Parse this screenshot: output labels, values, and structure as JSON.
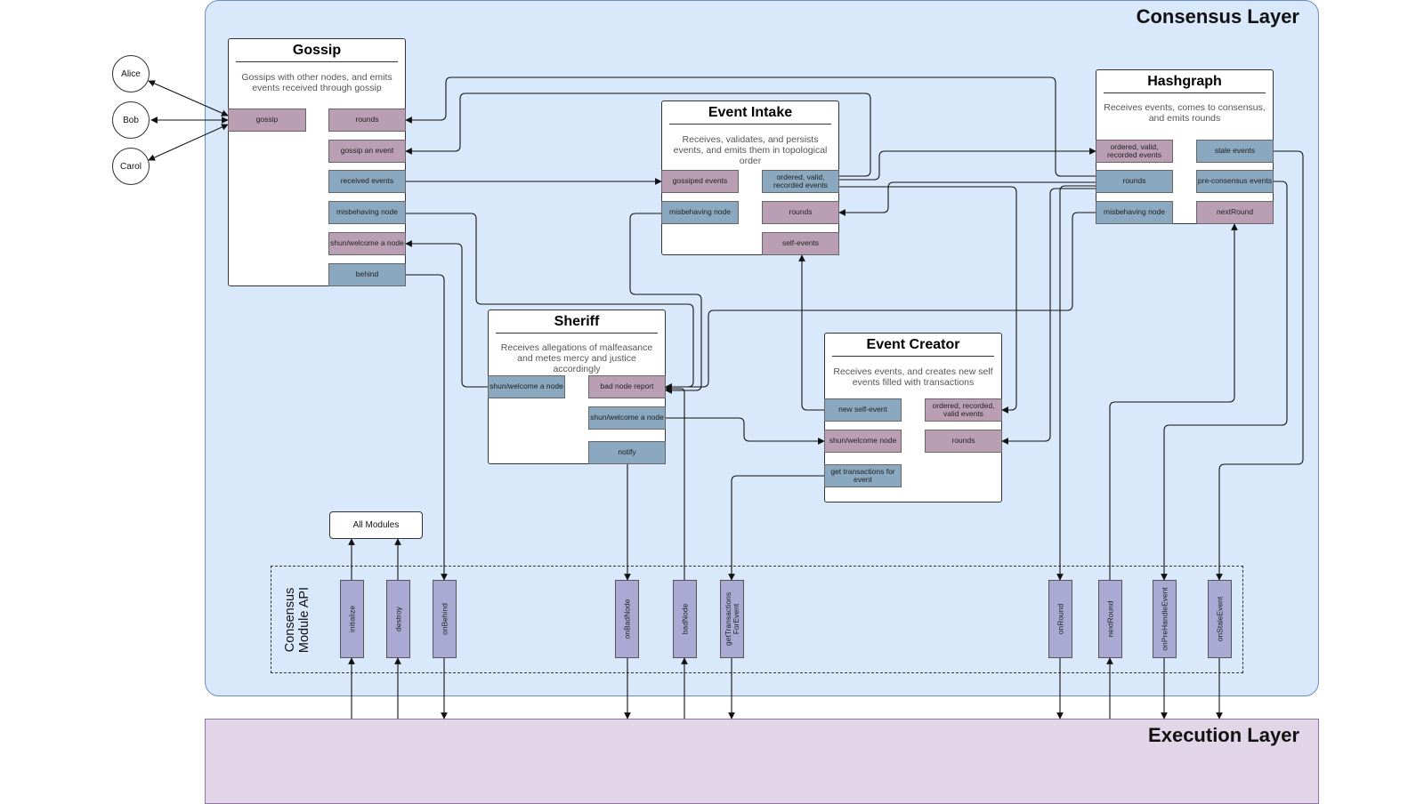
{
  "layers": {
    "consensus": "Consensus Layer",
    "execution": "Execution Layer"
  },
  "nodes": {
    "alice": "Alice",
    "bob": "Bob",
    "carol": "Carol"
  },
  "gossip": {
    "title": "Gossip",
    "desc": "Gossips with other nodes, and emits events received through gossip",
    "ports": [
      "gossip",
      "rounds",
      "gossip an event",
      "received events",
      "misbehaving node",
      "shun/welcome a node",
      "behind"
    ]
  },
  "event_intake": {
    "title": "Event Intake",
    "desc": "Receives, validates, and persists events, and emits them in topological order",
    "ports": [
      "gossiped events",
      "ordered, valid, recorded events",
      "misbehaving node",
      "rounds",
      "self-events"
    ]
  },
  "hashgraph": {
    "title": "Hashgraph",
    "desc": "Receives events, comes to consensus, and emits rounds",
    "ports": [
      "ordered, valid, recorded events",
      "stale events",
      "rounds",
      "pre-consensus events",
      "misbehaving node",
      "nextRound"
    ]
  },
  "sheriff": {
    "title": "Sheriff",
    "desc": "Receives allegations of malfeasance and metes mercy and justice accordingly",
    "ports": [
      "shun/welcome a node",
      "bad node report",
      "shun/welcome a node",
      "notify"
    ]
  },
  "event_creator": {
    "title": "Event Creator",
    "desc": "Receives events, and creates new self events filled with transactions",
    "ports": [
      "new self-event",
      "ordered, recorded, valid events",
      "shun/welcome node",
      "rounds",
      "get transactions for event"
    ]
  },
  "all_modules": "All Modules",
  "api": {
    "label": "Consensus Module API",
    "methods": [
      "initialize",
      "destroy",
      "onBehind",
      "onBadNode",
      "badNode",
      "getTransactionsForEvent",
      "onRound",
      "nextRound",
      "onPreHandleEvent",
      "onStaleEvent"
    ]
  },
  "colors": {
    "consensus_bg": "#dae8fc",
    "execution_bg": "#e1d5e7",
    "input_port": "#ba9fb4",
    "output_port": "#8aa8bf",
    "api_pillar": "#a9a9d4"
  }
}
